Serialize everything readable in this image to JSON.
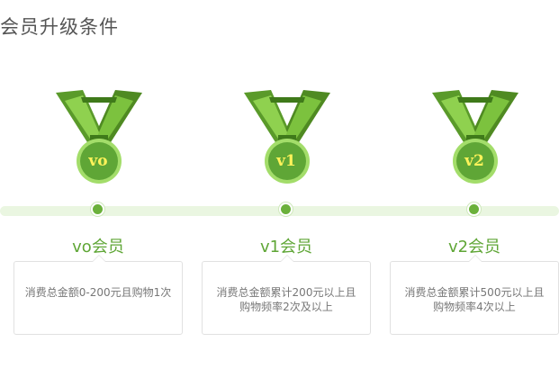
{
  "page": {
    "title": "会员升级条件"
  },
  "colors": {
    "accent": "#5fa636",
    "medal_text": "#fff35a",
    "track": "#eaf6e1"
  },
  "levels": [
    {
      "badge": "vo",
      "name": "vo会员",
      "condition": "消费总金额0-200元且购物1次",
      "icon": "medal-icon"
    },
    {
      "badge": "v1",
      "name": "v1会员",
      "condition": "消费总金额累计200元以上且购物频率2次及以上",
      "icon": "medal-icon"
    },
    {
      "badge": "v2",
      "name": "v2会员",
      "condition": "消费总金额累计500元以上且购物频率4次以上",
      "icon": "medal-icon"
    }
  ]
}
